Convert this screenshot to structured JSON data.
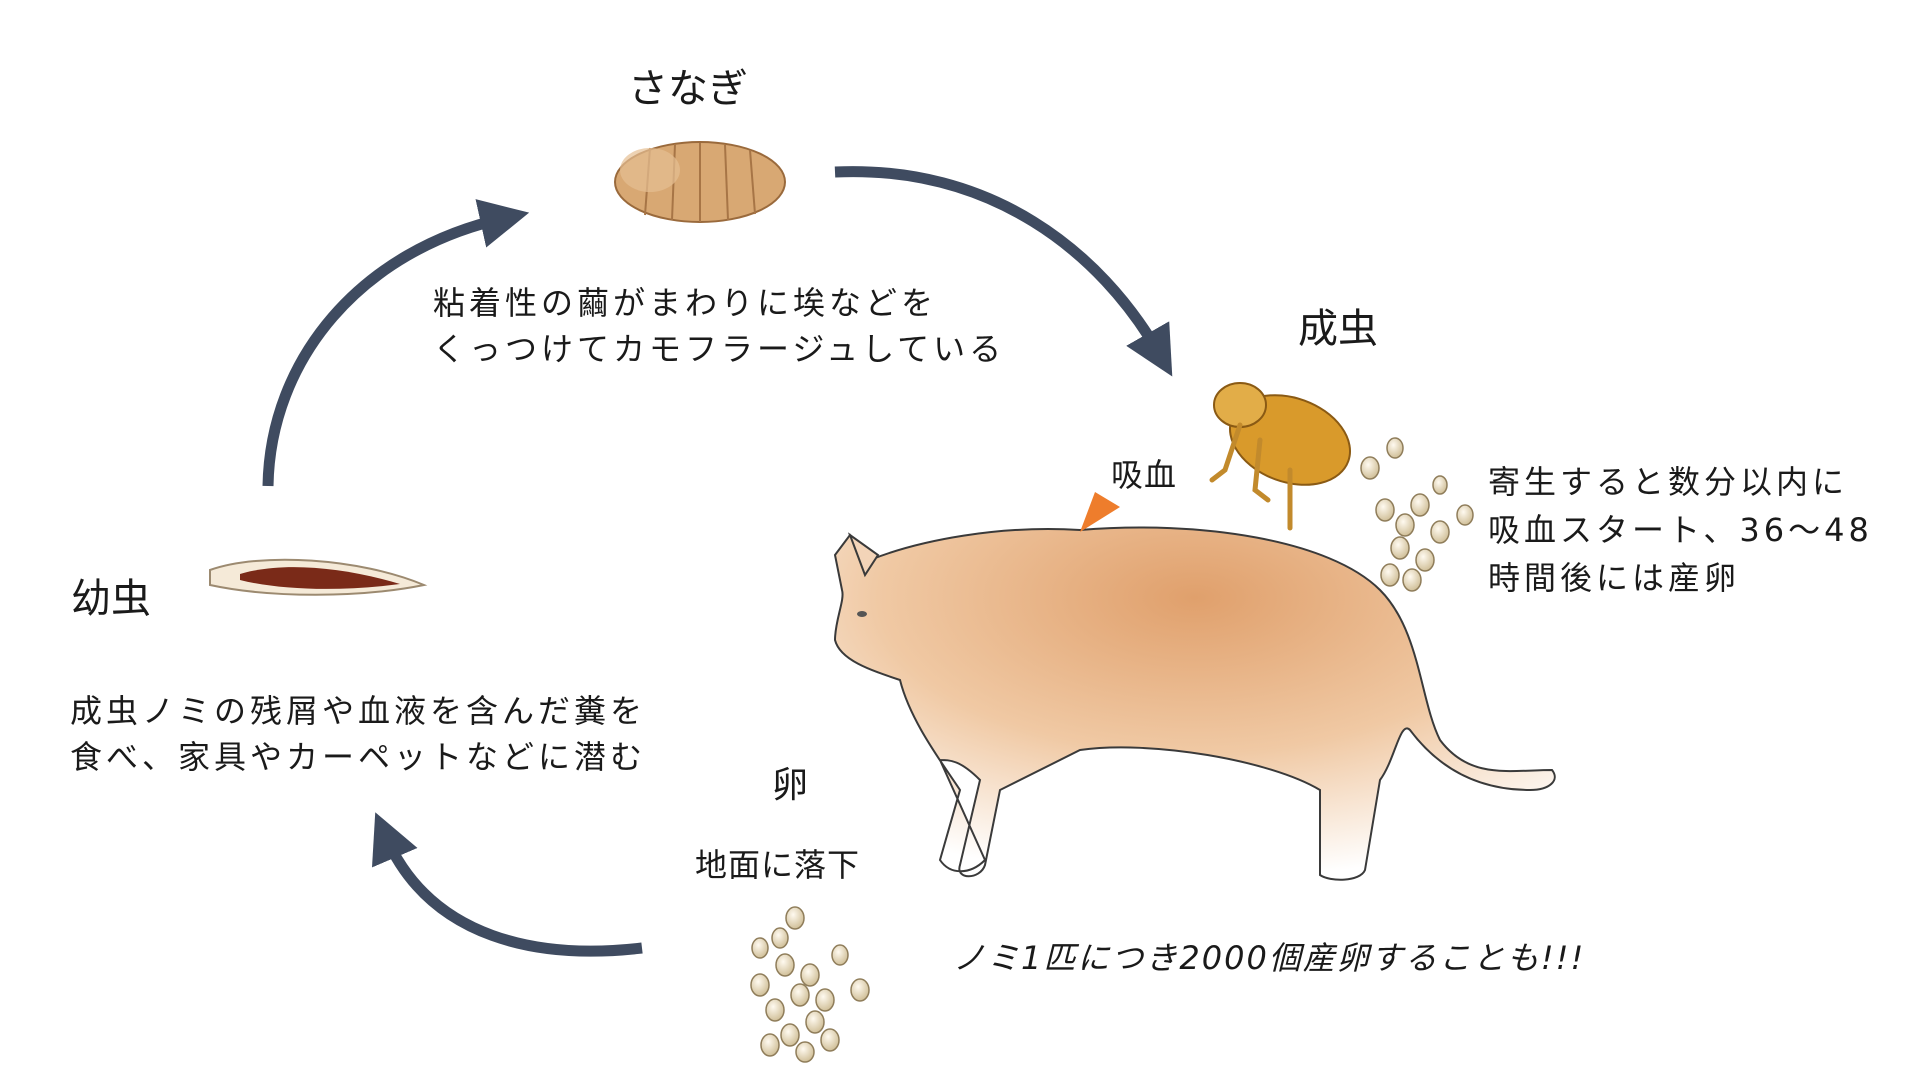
{
  "stages": {
    "pupa": {
      "label": "さなぎ",
      "description": [
        "粘着性の繭がまわりに埃などを",
        "くっつけてカモフラージュしている"
      ]
    },
    "adult": {
      "label": "成虫",
      "feeding_label": "吸血",
      "description": [
        "寄生すると数分以内に",
        "吸血スタート、36〜48",
        "時間後には産卵"
      ]
    },
    "egg": {
      "label": "卵",
      "description": "地面に落下",
      "note": "ノミ1匹につき2000個産卵することも!!!"
    },
    "larva": {
      "label": "幼虫",
      "description": [
        "成虫ノミの残屑や血液を含んだ糞を",
        "食べ、家具やカーペットなどに潜む"
      ]
    }
  },
  "colors": {
    "arrow": "#3f4b60",
    "pointer": "#ee7d2c",
    "cat_fur": "#e3a777",
    "flea": "#d99a2b",
    "egg": "#e8dcc0",
    "pupa": "#d4a26e",
    "larva": "#7a2a18"
  }
}
